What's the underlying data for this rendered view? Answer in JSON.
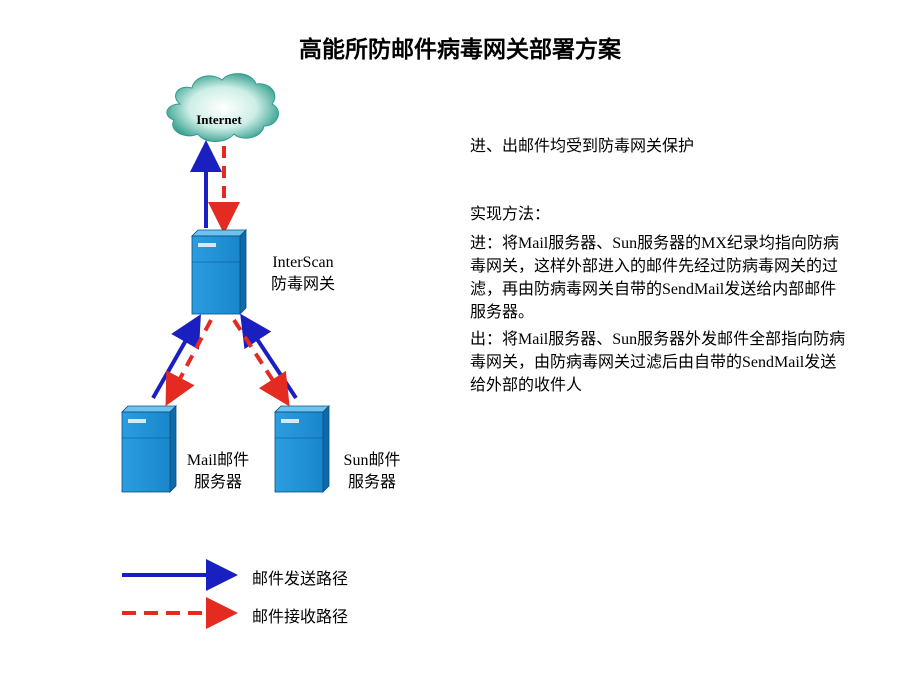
{
  "title": "高能所防邮件病毒网关部署方案",
  "nodes": {
    "internet": "Internet",
    "gateway_line1": "InterScan",
    "gateway_line2": "防毒网关",
    "mail_line1": "Mail邮件",
    "mail_line2": "服务器",
    "sun_line1": "Sun邮件",
    "sun_line2": "服务器"
  },
  "description": {
    "summary": "进、出邮件均受到防毒网关保护",
    "method_heading": "实现方法：",
    "inbound": "进：将Mail服务器、Sun服务器的MX纪录均指向防病毒网关，这样外部进入的邮件先经过防病毒网关的过滤，再由防病毒网关自带的SendMail发送给内部邮件服务器。",
    "outbound": "出：将Mail服务器、Sun服务器外发邮件全部指向防病毒网关，由防病毒网关过滤后由自带的SendMail发送给外部的收件人"
  },
  "legend": {
    "send": "邮件发送路径",
    "receive": "邮件接收路径"
  },
  "colors": {
    "send_arrow": "#1a1fbf",
    "receive_arrow": "#e32b22",
    "server": "#1e8fd6",
    "cloud": "#2e9c8c"
  }
}
